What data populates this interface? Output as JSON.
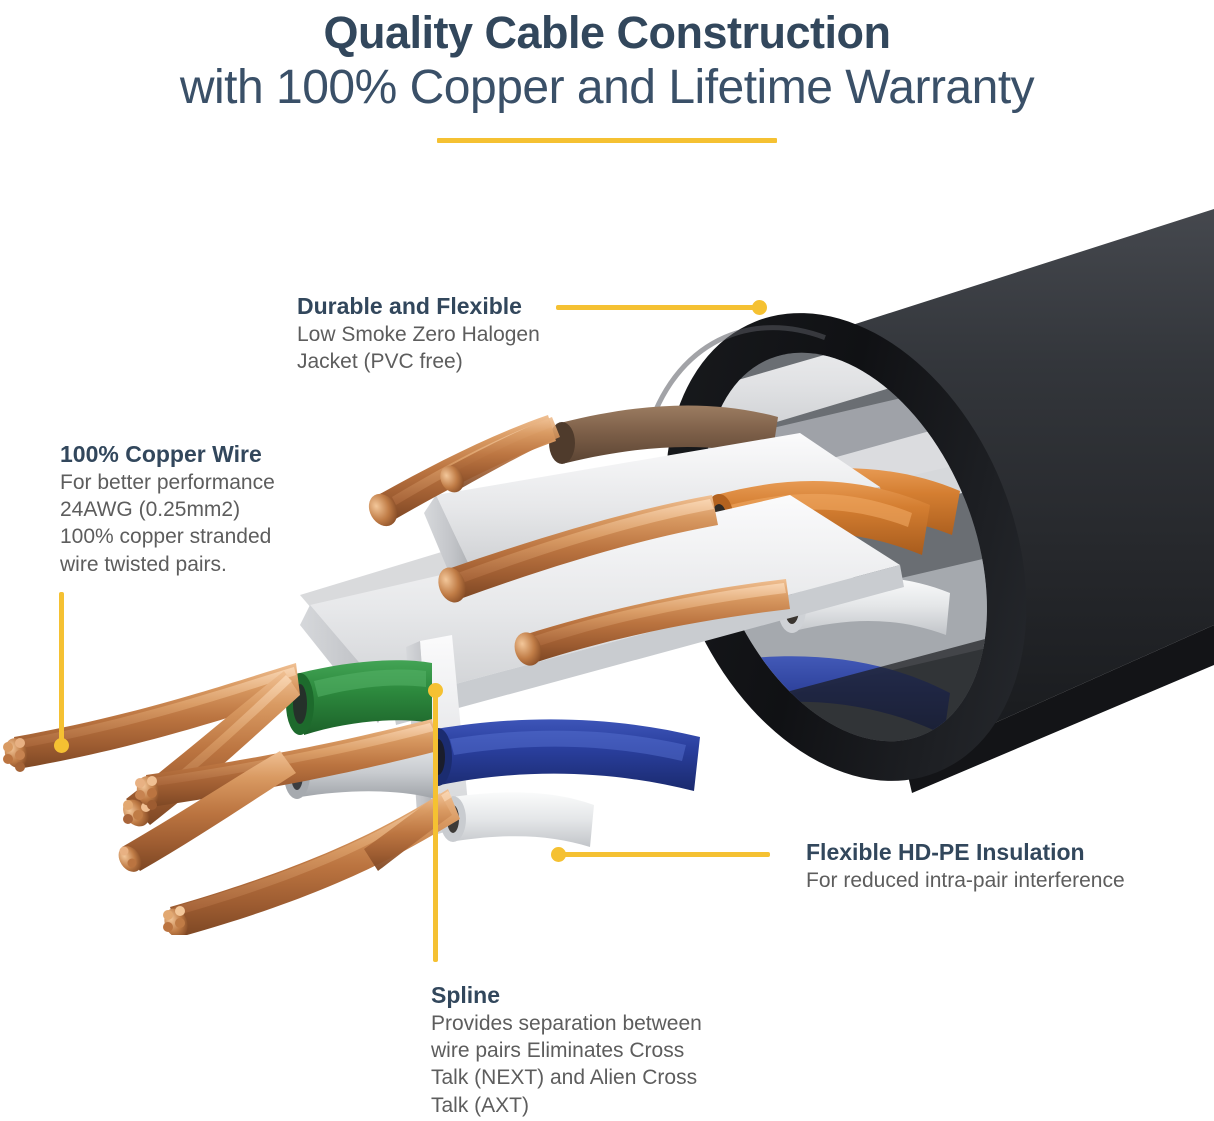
{
  "header": {
    "title_line1": "Quality Cable Construction",
    "title_line2": "with 100% Copper and Lifetime Warranty",
    "rule_color": "#f5c132",
    "title_color": "#32475c"
  },
  "callouts": [
    {
      "id": "durable",
      "heading": "Durable and Flexible",
      "body_lines": [
        "Low Smoke Zero Halogen",
        "Jacket (PVC free)"
      ]
    },
    {
      "id": "copper",
      "heading": "100% Copper Wire",
      "body_lines": [
        "For better performance",
        "24AWG (0.25mm2)",
        "100% copper stranded",
        "wire twisted pairs."
      ]
    },
    {
      "id": "hdpe",
      "heading": "Flexible HD-PE Insulation",
      "body_lines": [
        "For reduced intra-pair interference"
      ]
    },
    {
      "id": "spline",
      "heading": "Spline",
      "body_lines": [
        "Provides separation between",
        "wire pairs Eliminates Cross",
        "Talk (NEXT) and Alien Cross",
        "Talk (AXT)"
      ]
    }
  ],
  "artwork": {
    "subject": "cat-network-cable-cutaway",
    "jacket_color": "#2b2e33",
    "jacket_shadow_color": "#1b1d20",
    "spline_color": "#e9eaec",
    "accent_color": "#f5c132",
    "copper_color": "#c77b43",
    "wire_colors": {
      "brown": "#8a6b52",
      "orange": "#d07a2e",
      "white_orange": "#e6e7e9",
      "green": "#2d8a3e",
      "blue": "#2a3f9e",
      "white_blue": "#dcdee1"
    }
  }
}
